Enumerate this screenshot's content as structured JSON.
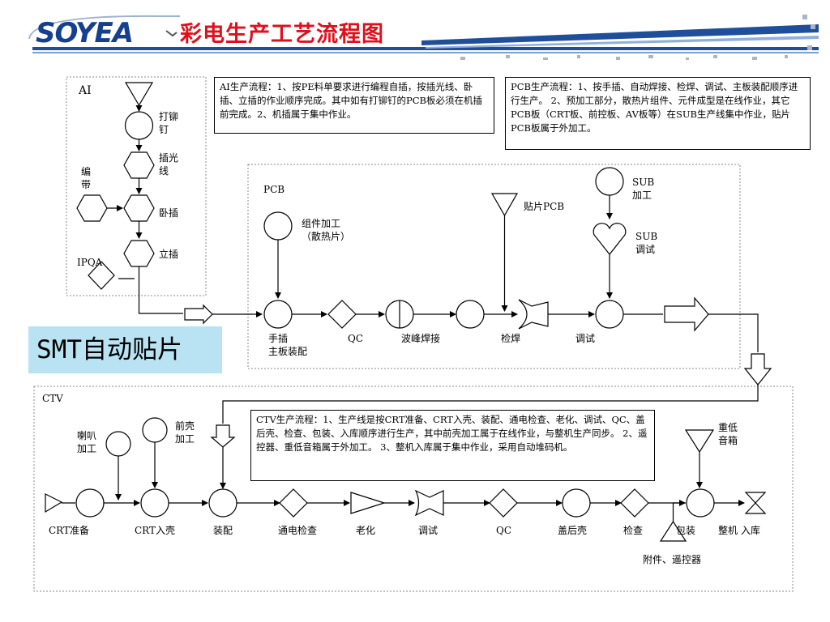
{
  "header": {
    "logo_text": "SOYEA",
    "title": "彩电生产工艺流程图",
    "brand_color": "#163f8f",
    "title_color": "#e0101a"
  },
  "banner": {
    "label": "SMT自动贴片",
    "color": "#b9e3f2"
  },
  "ai": {
    "section_label": "AI",
    "step_riveting": "打铆\n钉",
    "step_jumper": "插光\n线",
    "step_tape": "编\n带",
    "step_horizontal": "卧插",
    "step_vertical": "立插",
    "step_ipqa": "IPQA"
  },
  "pcb": {
    "section_label": "PCB",
    "step_component": "组件加工\n（散热片）",
    "step_smt_pcb": "贴片PCB",
    "step_sub_process": "SUB\n加工",
    "step_sub_debug": "SUB\n调试",
    "step_manual_insert": "手插\n主板装配",
    "step_qc": "QC",
    "step_wave_solder": "波峰焊接",
    "step_solder_check": "检焊",
    "step_debug": "调试"
  },
  "ctv": {
    "section_label": "CTV",
    "step_speaker": "喇叭\n加工",
    "step_front_case": "前壳\n加工",
    "step_subwoofer": "重低\n音箱",
    "step_crt_prep": "CRT准备",
    "step_crt_case": "CRT入壳",
    "step_assembly": "装配",
    "step_power_check": "通电检查",
    "step_aging": "老化",
    "step_adjust": "调试",
    "step_qc": "QC",
    "step_back_cover": "盖后壳",
    "step_inspect": "检查",
    "step_package": "包装",
    "step_warehouse": "整机 入库",
    "step_accessories": "附件、遥控器"
  },
  "notes": {
    "ai_flow": "AI生产流程：1、按PE料单要求进行编程自插，按插光线、卧插、立插的作业顺序完成。其中如有打铆钉的PCB板必须在机插前完成。2、机插属于集中作业。",
    "pcb_flow": "PCB生产流程：1、按手插、自动焊接、检焊、调试、主板装配顺序进行生产。 2、预加工部分，散热片组件、元件成型是在线作业，其它PCB板（CRT板、前控板、AV板等）在SUB生产线集中作业，贴片PCB板属于外加工。",
    "ctv_flow": "CTV生产流程：1、生产线是按CRT准备、CRT入壳、装配、通电检查、老化、调试、QC、盖后壳、检查、包装、入库顺序进行生产，其中前壳加工属于在线作业，与整机生产同步。 2、遥控器、重低音箱属于外加工。 3、整机入库属于集中作业，采用自动堆码机。"
  }
}
